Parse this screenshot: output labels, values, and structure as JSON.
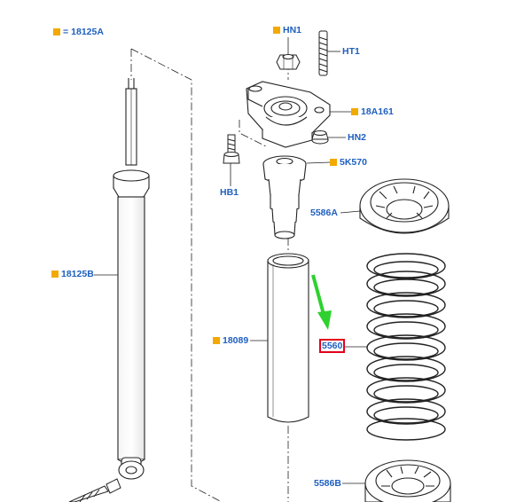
{
  "colors": {
    "callout_text": "#1f5fbf",
    "marker": "#f2a900",
    "highlight_box": "#e3001b",
    "arrow": "#2fd12f",
    "line": "#222222"
  },
  "callouts": {
    "c18125A": {
      "marker": true,
      "eq": "=",
      "code": "18125A"
    },
    "cHN1": {
      "marker": true,
      "eq": "",
      "code": "HN1"
    },
    "cHT1": {
      "marker": false,
      "eq": "",
      "code": "HT1"
    },
    "c18A161": {
      "marker": true,
      "eq": "",
      "code": "18A161"
    },
    "cHN2": {
      "marker": false,
      "eq": "",
      "code": "HN2"
    },
    "c5K570": {
      "marker": true,
      "eq": "",
      "code": "5K570"
    },
    "cHB1": {
      "marker": false,
      "eq": "",
      "code": "HB1"
    },
    "c5586A": {
      "marker": false,
      "eq": "",
      "code": "5586A"
    },
    "c18125B": {
      "marker": true,
      "eq": "",
      "code": "18125B"
    },
    "c18089": {
      "marker": true,
      "eq": "",
      "code": "18089"
    },
    "c5560": {
      "marker": false,
      "eq": "",
      "code": "5560",
      "highlighted": true
    },
    "c5586B": {
      "marker": false,
      "eq": "",
      "code": "5586B"
    }
  },
  "parts": [
    "shock-absorber",
    "top-nut",
    "stud",
    "top-mount",
    "flange-nut",
    "bump-stop",
    "bolt",
    "upper-spring-seat",
    "dust-cover",
    "coil-spring",
    "lower-spring-seat"
  ]
}
